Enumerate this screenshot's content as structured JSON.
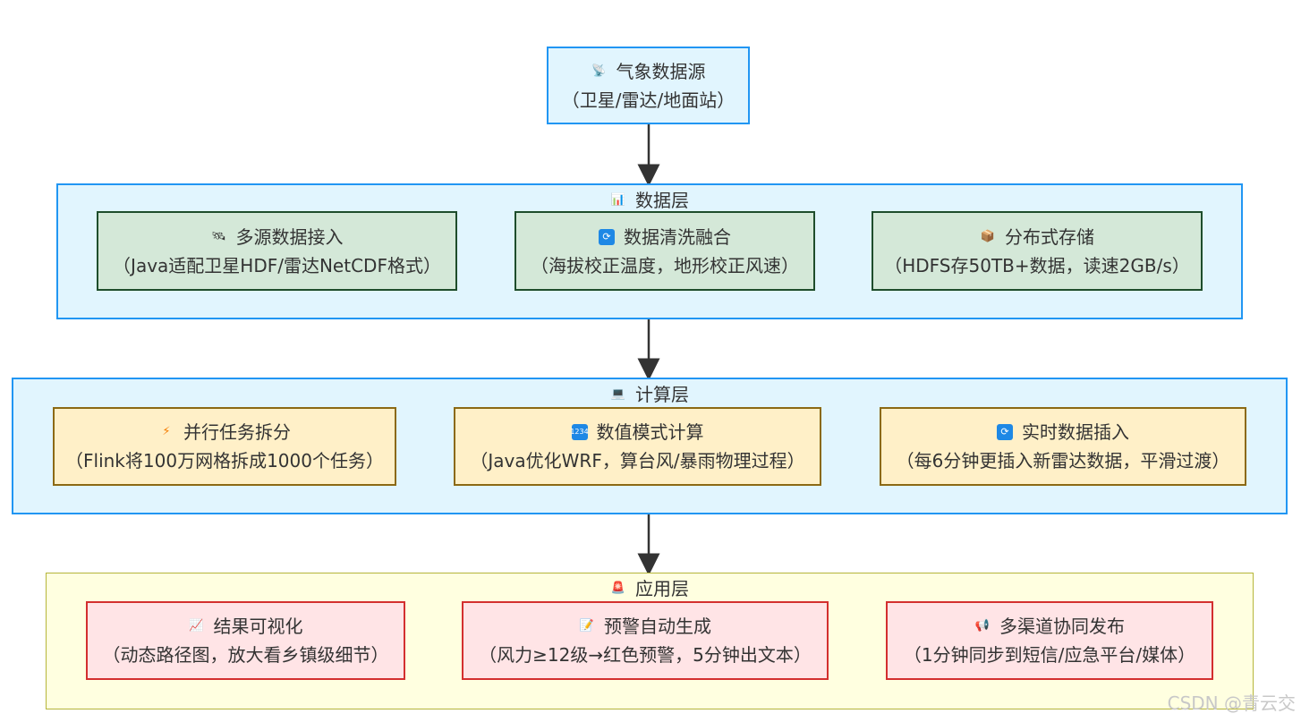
{
  "source": {
    "icon": "satellite-dish-icon",
    "title": "气象数据源",
    "subtitle": "（卫星/雷达/地面站）"
  },
  "layers": {
    "data": {
      "icon": "bar-chart-icon",
      "title": "数据层",
      "nodes": [
        {
          "icon": "satellite-icon",
          "title": "多源数据接入",
          "subtitle": "（Java适配卫星HDF/雷达NetCDF格式）"
        },
        {
          "icon": "refresh-icon",
          "title": "数据清洗融合",
          "subtitle": "（海拔校正温度，地形校正风速）"
        },
        {
          "icon": "package-icon",
          "title": "分布式存储",
          "subtitle": "（HDFS存50TB+数据，读速2GB/s）"
        }
      ]
    },
    "compute": {
      "icon": "computer-icon",
      "title": "计算层",
      "nodes": [
        {
          "icon": "lightning-icon",
          "title": "并行任务拆分",
          "subtitle": "（Flink将100万网格拆成1000个任务）"
        },
        {
          "icon": "numbers-icon",
          "title": "数值模式计算",
          "subtitle": "（Java优化WRF，算台风/暴雨物理过程）"
        },
        {
          "icon": "refresh-icon",
          "title": "实时数据插入",
          "subtitle": "（每6分钟更插入新雷达数据，平滑过渡）"
        }
      ]
    },
    "application": {
      "icon": "siren-icon",
      "title": "应用层",
      "nodes": [
        {
          "icon": "trend-chart-icon",
          "title": "结果可视化",
          "subtitle": "（动态路径图，放大看乡镇级细节）"
        },
        {
          "icon": "memo-icon",
          "title": "预警自动生成",
          "subtitle": "（风力≥12级→红色预警，5分钟出文本）"
        },
        {
          "icon": "megaphone-icon",
          "title": "多渠道协同发布",
          "subtitle": "（1分钟同步到短信/应急平台/媒体）"
        }
      ]
    }
  },
  "watermark": "CSDN @青云交",
  "colors": {
    "layer_fill": "#e1f5fe",
    "layer_border": "#2196f3",
    "data_node_fill": "#d4e8d8",
    "data_node_border": "#1e4d2b",
    "compute_node_fill": "#fff0c8",
    "compute_node_border": "#8b6914",
    "app_layer_fill": "#ffffe0",
    "app_node_fill": "#ffe4e6",
    "app_node_border": "#d32f2f",
    "arrow": "#333333"
  }
}
